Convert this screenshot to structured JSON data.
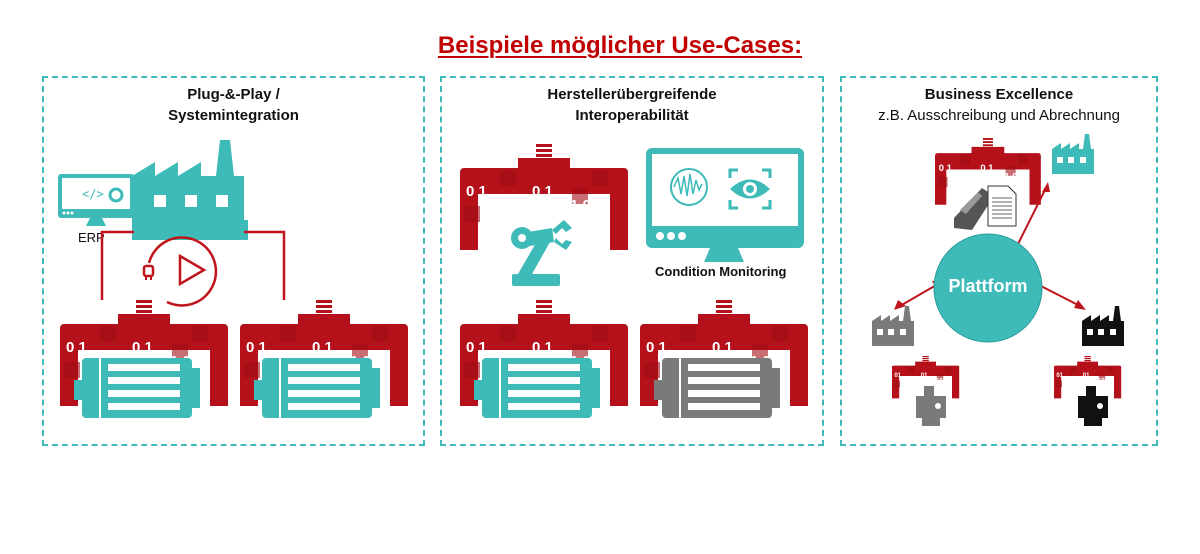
{
  "title": "Beispiele möglicher Use-Cases:",
  "colors": {
    "accent_red": "#b5111a",
    "teal": "#3ebab8",
    "gray": "#7a7a7a",
    "black": "#111111"
  },
  "panels": [
    {
      "title_line1": "Plug-&-Play /",
      "title_line2": "Systemintegration",
      "erp_label": "ERP",
      "erp_icon": "monitor-code-gear-icon",
      "factory_icon": "factory-icon",
      "plug_play_icon": "plug-play-icon",
      "machines": [
        {
          "binary": [
            "0 1",
            "0 1",
            "1 0 1"
          ],
          "motor_color": "teal"
        },
        {
          "binary": [
            "0 1",
            "0 1",
            "1 0 1"
          ],
          "motor_color": "teal"
        }
      ]
    },
    {
      "title_line1": "Herstellerübergreifende",
      "title_line2": "Interoperabilität",
      "monitor_label": "Condition Monitoring",
      "robot_icon": "robot-arm-icon",
      "machines": [
        {
          "binary": [
            "0 1",
            "0 1",
            "1 0 1"
          ],
          "motor_color": "teal"
        },
        {
          "binary": [
            "0 1",
            "0 1",
            "1 0 1"
          ],
          "motor_color": "gray"
        }
      ],
      "top_machine": {
        "binary": [
          "0 1",
          "0 1",
          "1 0 1"
        ]
      }
    },
    {
      "title_line1": "Business Excellence",
      "subtitle": "z.B. Ausschreibung und Abrechnung",
      "platform_label": "Plattform",
      "top_machine": {
        "binary": [
          "0 1",
          "0 1",
          "1 0 1"
        ]
      },
      "left_machine": {
        "binary": [
          "01",
          "01",
          "101"
        ],
        "factory_color": "gray"
      },
      "right_machine": {
        "binary": [
          "01",
          "01",
          "101"
        ],
        "factory_color": "black"
      }
    }
  ]
}
